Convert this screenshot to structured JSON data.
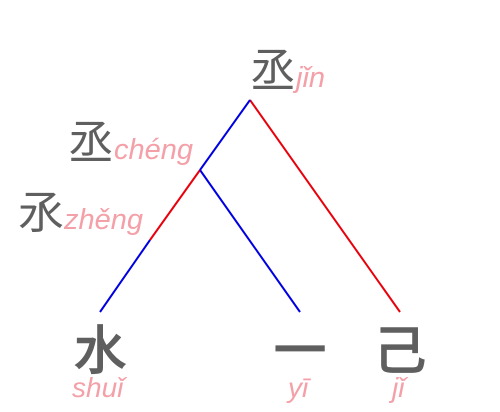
{
  "colors": {
    "character": "#5f5f5f",
    "pinyin": "#f4a0a8",
    "branch_red": "#e8000b",
    "branch_blue": "#0000e0"
  },
  "nodes": {
    "root": {
      "char": "丞",
      "pinyin": "jǐn"
    },
    "mid": {
      "char": "丞",
      "pinyin": "chéng"
    },
    "sub": {
      "char": "氶",
      "pinyin": "zhěng"
    },
    "leaf1": {
      "char": "水",
      "pinyin": "shuǐ"
    },
    "leaf2": {
      "char": "一",
      "pinyin": "yī"
    },
    "leaf3": {
      "char": "己",
      "pinyin": "jǐ"
    }
  }
}
